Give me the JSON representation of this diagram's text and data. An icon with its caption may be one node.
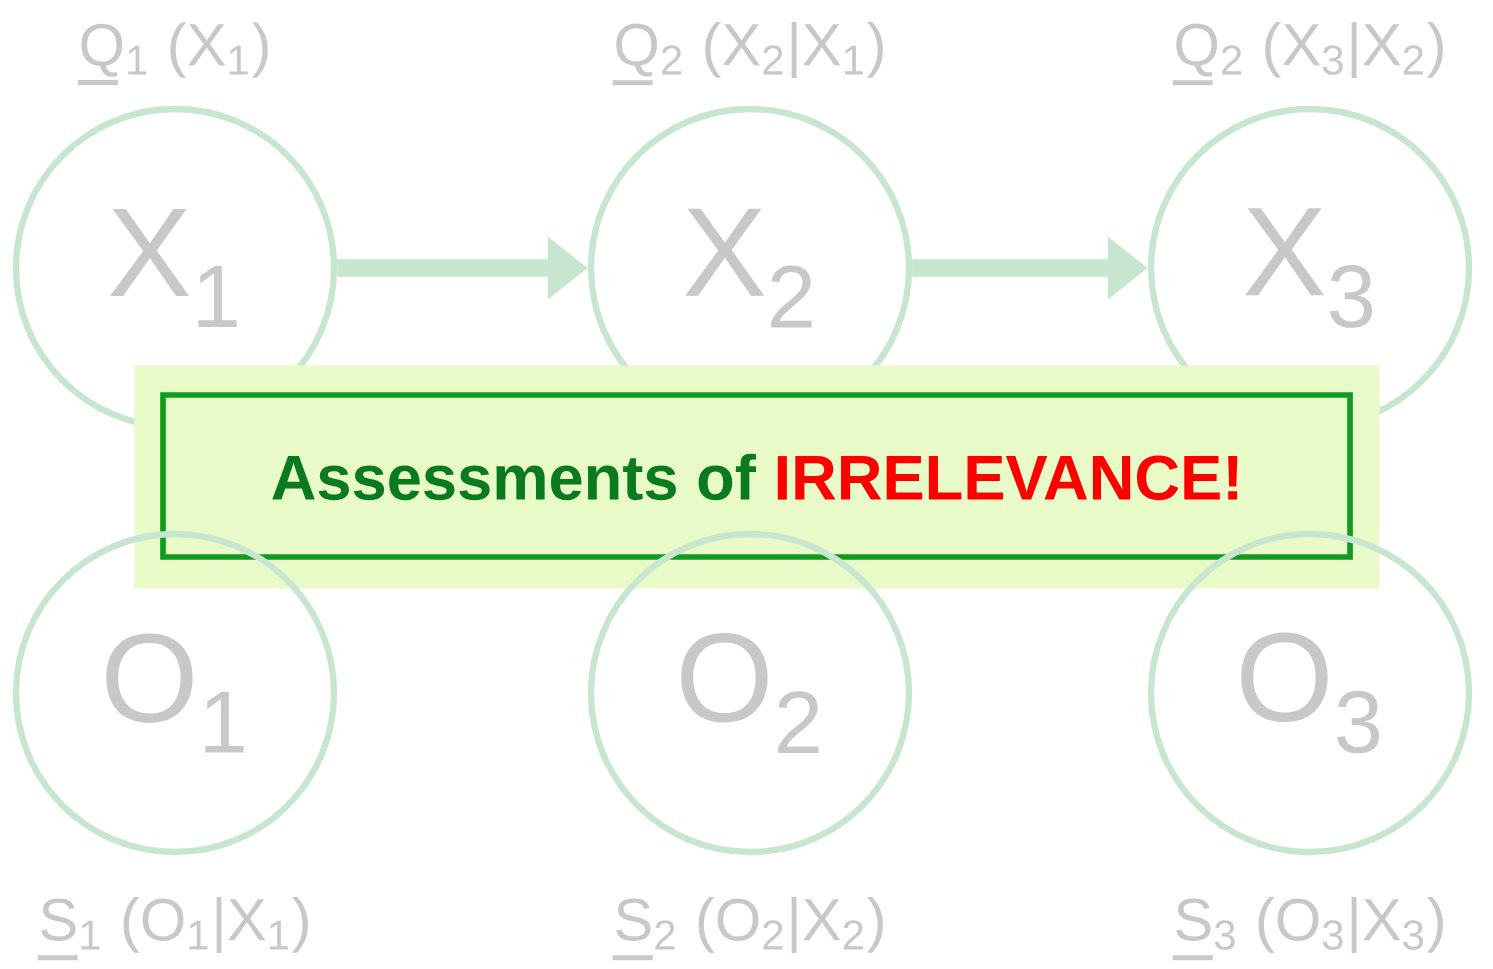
{
  "diagram": {
    "nodes": [
      {
        "text": [
          "X$_{1}$"
        ],
        "beside": [
          "Q$_{1}$ (X$_{1}$)"
        ]
      },
      {
        "text": [
          "X$_{2}$"
        ],
        "beside": [
          "Q$_{2}$ (X$_{2}$|X$_{1}$)"
        ]
      },
      {
        "text": [
          "X$_{3}$"
        ],
        "beside": [
          "Q$_{2}$ (X$_{3}$|X$_{2}$)"
        ]
      },
      {
        "text": [
          "Assessments of",
          "IRRELEVANCE!"
        ]
      },
      {
        "text": [
          "O$_{1}$"
        ],
        "beside": [
          "S$_{1}$ (O$_{1}$|X$_{1}$)"
        ]
      },
      {
        "text": [
          "O$_{2}$"
        ],
        "beside": [
          "S$_{2}$ (O$_{2}$|X$_{2}$)"
        ]
      },
      {
        "text": [
          "O$_{3}$"
        ],
        "beside": [
          "S$_{3}$ (O$_{3}$|X$_{3}$)"
        ]
      }
    ],
    "edges": [
      {
        "from": 0,
        "to": 1,
        "arrow": "to"
      },
      {
        "from": 1,
        "to": 2,
        "arrow": "to"
      }
    ]
  }
}
